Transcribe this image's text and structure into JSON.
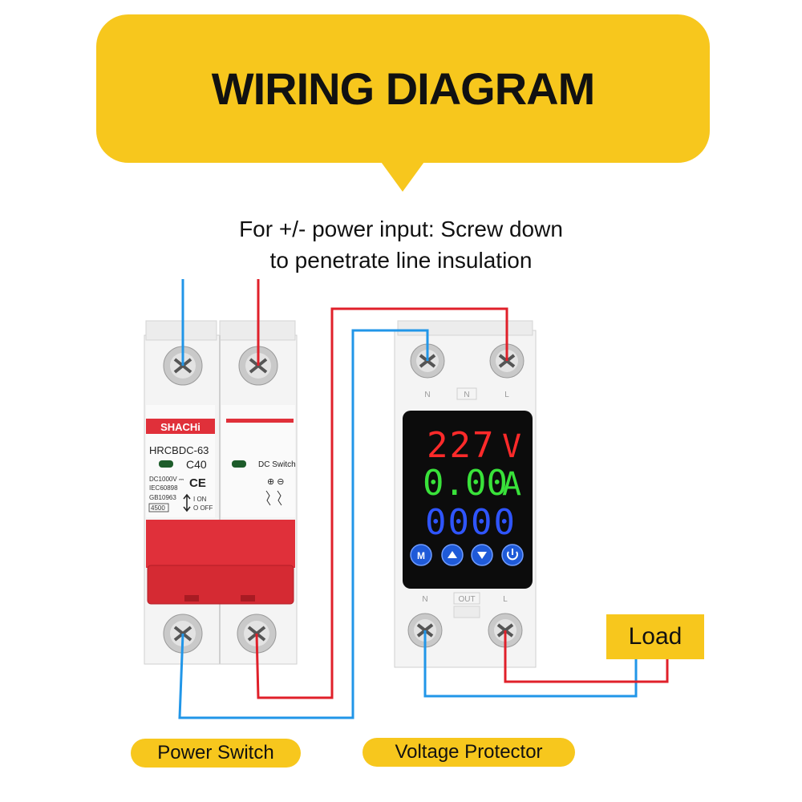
{
  "banner": {
    "title": "WIRING DIAGRAM"
  },
  "note": {
    "line1": "For +/- power input: Screw down",
    "line2": "to penetrate line insulation"
  },
  "labels": {
    "power_switch": "Power Switch",
    "voltage_protector": "Voltage Protector",
    "load": "Load"
  },
  "breaker": {
    "brand": "SHACHi",
    "model": "HRCBDC-63",
    "rating": "C40",
    "spec1": "DC1000V ⎓",
    "spec2": "IEC60898",
    "spec3": "GB10963",
    "capacity": "4500",
    "ce": "CE",
    "on_label": "I ON",
    "off_label": "O OFF",
    "second_pole_label": "DC Switch",
    "polarity": "⊕ ⊖"
  },
  "protector": {
    "terminal_top": [
      "N",
      "N",
      "L"
    ],
    "terminal_bottom": [
      "N",
      "OUT",
      "L"
    ],
    "display_voltage": "227",
    "unit_voltage": "V",
    "display_current": "0.00",
    "unit_current": "A",
    "display_power": "0000",
    "buttons": [
      "M",
      "up",
      "down",
      "power"
    ]
  },
  "colors": {
    "yellow": "#f7c71d",
    "wire_blue": "#2196e8",
    "wire_red": "#e0202a",
    "handle_red": "#e0303a",
    "seg_red": "#ff2a2a",
    "seg_green": "#39e23a",
    "seg_blue": "#2f55ff"
  }
}
